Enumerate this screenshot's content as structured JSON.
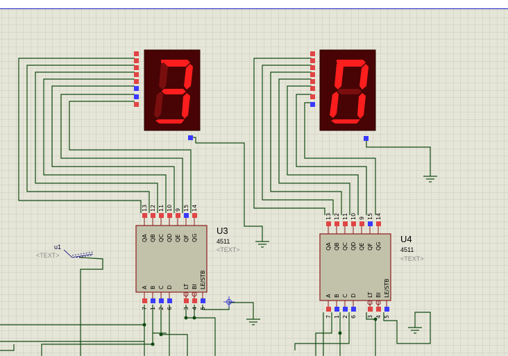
{
  "schematic": {
    "background_color": "#e6e6d8",
    "grid_color": "#c8c8bc",
    "wire_color": "#0f4a12",
    "chip_fill": "#c2c2aa",
    "chip_border": "#8a1a1a",
    "display_body": "#480404",
    "segment_on": "#ff1e1e",
    "segment_off": "#7a0e0e",
    "pin_red": "#e04444",
    "pin_blue": "#3a3aff"
  },
  "displays": [
    {
      "digit": "3",
      "name": "display-left"
    },
    {
      "digit": "0",
      "name": "display-right"
    }
  ],
  "chips": [
    {
      "ref": "U3",
      "part": "4511",
      "text_placeholder": "<TEXT>",
      "top_pins": [
        "13",
        "12",
        "11",
        "10",
        "9",
        "15",
        "14"
      ],
      "top_labels": [
        "QA",
        "QB",
        "QC",
        "QD",
        "QE",
        "QF",
        "QG"
      ],
      "bottom_pins": [
        "7",
        "1",
        "2",
        "6",
        "3",
        "4",
        "5"
      ],
      "bottom_labels": [
        "A",
        "B",
        "C",
        "D",
        "LT",
        "BI",
        "LE/STB"
      ]
    },
    {
      "ref": "U4",
      "part": "4511",
      "text_placeholder": "<TEXT>",
      "top_pins": [
        "13",
        "12",
        "11",
        "10",
        "9",
        "15",
        "14"
      ],
      "top_labels": [
        "QA",
        "QB",
        "QC",
        "QD",
        "QE",
        "QF",
        "QG"
      ],
      "bottom_pins": [
        "7",
        "1",
        "2",
        "6",
        "3",
        "4",
        "5"
      ],
      "bottom_labels": [
        "A",
        "B",
        "C",
        "D",
        "LT",
        "BI",
        "LE/STB"
      ]
    }
  ],
  "terminal": {
    "label": "u1",
    "text_placeholder": "<TEXT>"
  }
}
